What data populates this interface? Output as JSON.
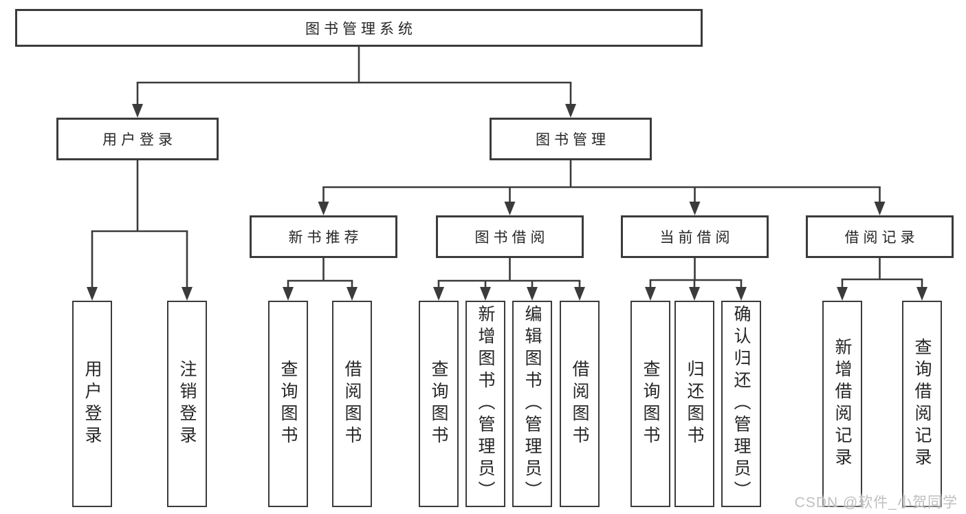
{
  "nodes": {
    "root": "图书管理系统",
    "level2": [
      "用户登录",
      "图书管理"
    ],
    "level3": [
      "新书推荐",
      "图书借阅",
      "当前借阅",
      "借阅记录"
    ],
    "leaves": [
      "用户登录",
      "注销登录",
      "查询图书",
      "借阅图书",
      "查询图书",
      "新增图书（管理员）",
      "编辑图书（管理员）",
      "借阅图书",
      "查询图书",
      "归还图书",
      "确认归还（管理员）",
      "新增借阅记录",
      "查询借阅记录"
    ]
  },
  "hierarchy": {
    "图书管理系统": [
      "用户登录",
      "图书管理"
    ],
    "用户登录": [
      "用户登录",
      "注销登录"
    ],
    "图书管理": [
      "新书推荐",
      "图书借阅",
      "当前借阅",
      "借阅记录"
    ],
    "新书推荐": [
      "查询图书",
      "借阅图书"
    ],
    "图书借阅": [
      "查询图书",
      "新增图书（管理员）",
      "编辑图书（管理员）",
      "借阅图书"
    ],
    "当前借阅": [
      "查询图书",
      "归还图书",
      "确认归还（管理员）"
    ],
    "借阅记录": [
      "新增借阅记录",
      "查询借阅记录"
    ]
  },
  "watermark": "CSDN @软件_小贺同学",
  "colors": {
    "line": "#3b3b3b",
    "text": "#262626",
    "watermark": "#bfbfbf",
    "bg": "#ffffff"
  }
}
